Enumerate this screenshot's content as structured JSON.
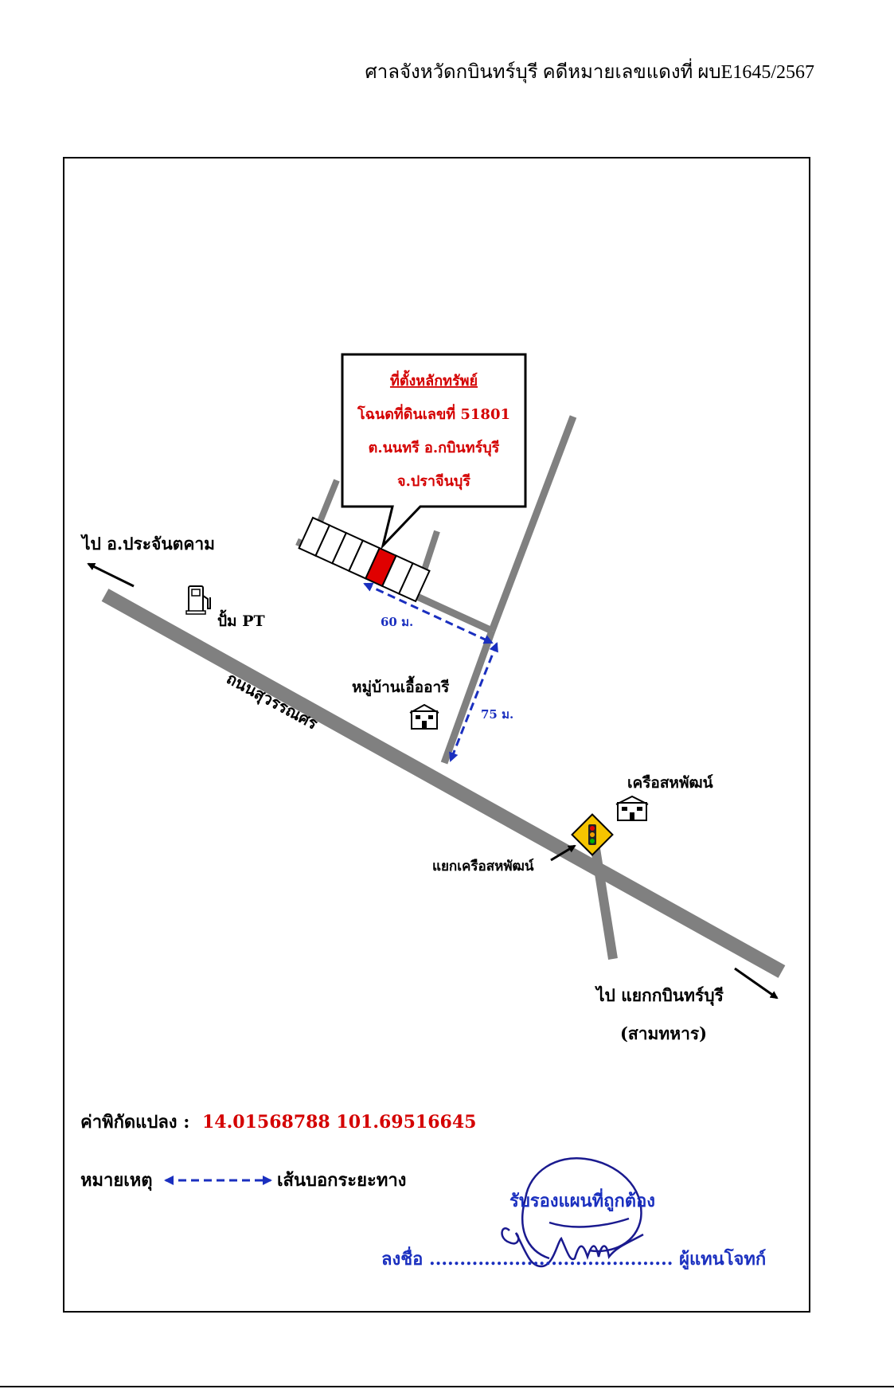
{
  "header": {
    "case_line": "ศาลจังหวัดกบินทร์บุรี คดีหมายเลขแดงที่ ผบE1645/2567"
  },
  "callout": {
    "title": "ที่ตั้งหลักทรัพย์",
    "line1": "โฉนดที่ดินเลขที่ 51801",
    "line2": "ต.นนทรี อ.กบินทร์บุรี",
    "line3": "จ.ปราจีนบุรี"
  },
  "labels": {
    "to_prachantakham": "ไป อ.ประจันตคาม",
    "gas_station": "ปั้ม PT",
    "road_name": "ถนนสุวรรณศร",
    "village": "หมู่บ้านเอื้ออารี",
    "dist_60": "60 ม.",
    "dist_75": "75 ม.",
    "sahaphat": "เครือสหพัฒน์",
    "junction": "แยกเครือสหพัฒน์",
    "to_kabinburi_1": "ไป แยกกบินทร์บุรี",
    "to_kabinburi_2": "(สามทหาร)"
  },
  "coordinates": {
    "label": "ค่าพิกัดแปลง :",
    "value": "14.01568788 101.69516645"
  },
  "legend": {
    "title": "หมายเหตุ",
    "description": "เส้นบอกระยะทาง"
  },
  "certification": {
    "text": "รับรองแผนที่ถูกต้อง",
    "sign_label": "ลงชื่อ",
    "dots": "........................................",
    "role": "ผู้แทนโจทก์"
  },
  "colors": {
    "road": "#808080",
    "accent_red": "#d40000",
    "distance_blue": "#1a2fbf",
    "signature_blue": "#1a1a8f",
    "icons": {
      "gas_station": "gas-pump-icon",
      "building": "building-icon",
      "traffic_light": "traffic-light-icon"
    }
  }
}
